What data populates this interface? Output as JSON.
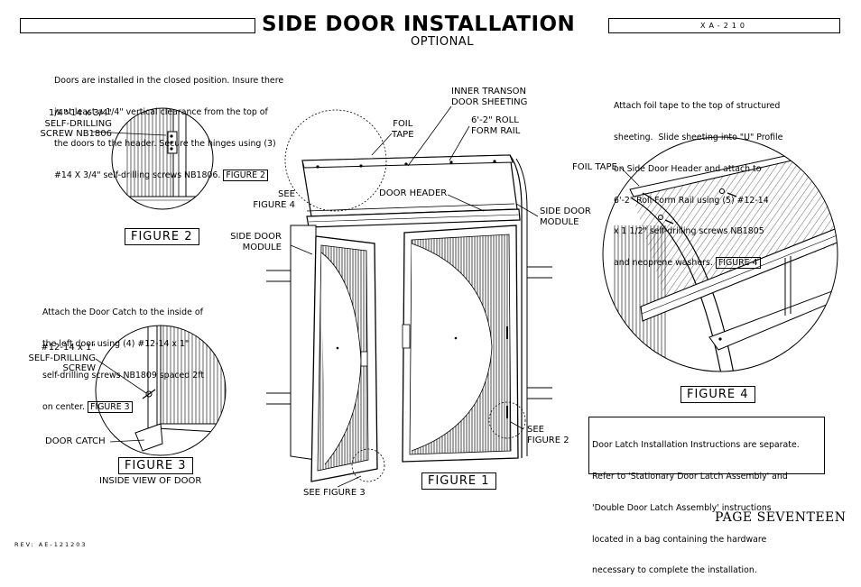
{
  "header": {
    "title": "SIDE DOOR INSTALLATION",
    "subtitle": "OPTIONAL",
    "doc_number": "XA-210"
  },
  "notes": {
    "intro": [
      "Doors are installed in the closed position. Insure there",
      "is at least a 1/4\" vertical clearance from the top of",
      "the doors to the header. Secure the hinges using (3)",
      "#14 X 3/4\" self-drilling screws NB1806."
    ],
    "intro_ref": "FIGURE 2",
    "catch": [
      "Attach the Door Catch to the inside of",
      "the left door using (4) #12-14 x 1\"",
      "self-drilling screws NB1809 spaced 2ft",
      "on center."
    ],
    "catch_ref": "FIGURE 3",
    "foil": [
      "Attach foil tape to the top of structured",
      "sheeting.  Slide sheeting into \"U\" Profile",
      "on Side Door Header and attach to",
      "6'-2\" Roll Form Rail using (5) #12-14",
      "x 1 1/2\" self-drilling screws NB1805",
      "and neoprene washers."
    ],
    "foil_ref": "FIGURE 4",
    "latch": [
      "Door Latch Installation Instructions are separate.",
      "Refer to 'Stationary Door Latch Assembly' and",
      "'Double Door Latch Assembly' instructions",
      "located in a bag containing the hardware",
      "necessary to complete the installation."
    ]
  },
  "labels": {
    "hinge_screw": "1/4\"-14 x 3/4\"\nSELF-DRILLING\nSCREW NB1806",
    "catch_screw": "#12-14 x 1\"\nSELF-DRILLING\nSCREW",
    "door_catch": "DOOR CATCH",
    "inside_view": "INSIDE VIEW OF DOOR",
    "foil_tape_main": "FOIL\nTAPE",
    "inner_transom": "INNER TRANSON\nDOOR SHEETING",
    "roll_form_rail": "6'-2\" ROLL\nFORM RAIL",
    "see_figure4": "SEE\nFIGURE 4",
    "door_header": "DOOR HEADER",
    "side_door_module_left": "SIDE DOOR\nMODULE",
    "side_door_module_right": "SIDE DOOR\nMODULE",
    "see_figure2": "SEE\nFIGURE 2",
    "see_figure3": "SEE FIGURE 3",
    "foil_tape_fig4": "FOIL TAPE"
  },
  "figures": {
    "fig1": "FIGURE 1",
    "fig2": "FIGURE 2",
    "fig3": "FIGURE 3",
    "fig4": "FIGURE 4"
  },
  "footer": {
    "revision": "REV: AE-121203",
    "page": "PAGE SEVENTEEN"
  }
}
